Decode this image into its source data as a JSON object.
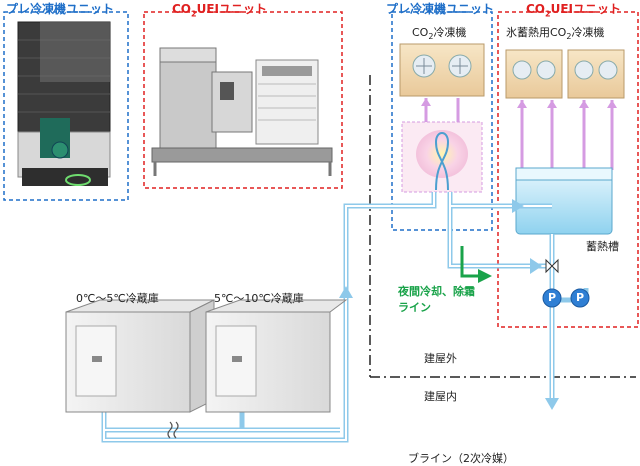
{
  "labels": {
    "pre_unit_photo": "プレ冷凍機ユニット",
    "co2_unit_photo_pre": "CO",
    "co2_unit_photo_sub": "2",
    "co2_unit_photo_post": "UEIユニット",
    "pre_unit_diagram": "プレ冷凍機ユニット",
    "co2_unit_diagram_pre": "CO",
    "co2_unit_diagram_sub": "2",
    "co2_unit_diagram_post": "UEIユニット",
    "co2_chiller_pre": "CO",
    "co2_chiller_sub": "2",
    "co2_chiller_post": "冷凍機",
    "ice_chiller_pre": "氷蓄熱用CO",
    "ice_chiller_sub": "2",
    "ice_chiller_post": "冷凍機",
    "storage_tank": "蓄熱槽",
    "night_line_1": "夜間冷却、除霜",
    "night_line_2": "ライン",
    "room_left": "0℃～5℃冷蔵庫",
    "room_right": "5℃～10℃冷蔵庫",
    "outdoor": "建屋外",
    "indoor": "建屋内",
    "brine": "ブライン（2次冷媒）",
    "pump_symbol": "P"
  },
  "colors": {
    "pre_unit_border": "#1f6fc8",
    "co2_unit_border": "#e02020",
    "brine_pipe": "#8ec9ea",
    "refrigerant_line": "#d59be2",
    "night_line": "#1aa34a",
    "pump": "#2f7fd4",
    "tank": "#bfe6f7"
  }
}
